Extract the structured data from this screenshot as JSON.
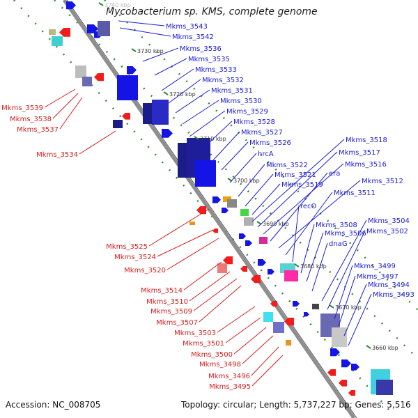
{
  "title": "Mycobacterium sp. KMS, complete genome",
  "accession": "Accession: NC_008705",
  "topology": "Topology: circular; Length: 5,737,227 bp; Genes: 5,516",
  "colors": {
    "plus_label": "#1a1ad6",
    "minus_label": "#d41c1c",
    "backbone": "#8e8e8e"
  },
  "ticks": [
    "3740 kbp",
    "3730 kbp",
    "3720 kbp",
    "3710 kbp",
    "3700 kbp",
    "3690 kbp",
    "3680 kbp",
    "3670 kbp",
    "3660 kbp"
  ],
  "plus_labels": [
    "Mkms_3543",
    "Mkms_3542",
    "Mkms_3536",
    "Mkms_3535",
    "Mkms_3533",
    "Mkms_3532",
    "Mkms_3531",
    "Mkms_3530",
    "Mkms_3529",
    "Mkms_3528",
    "Mkms_3527",
    "Mkms_3526",
    "hrcA",
    "Mkms_3522",
    "Mkms_3521",
    "Mkms_3519",
    "Mkms_3518",
    "Mkms_3517",
    "Mkms_3516",
    "era",
    "Mkms_3512",
    "Mkms_3511",
    "recO",
    "Mkms_3508",
    "Mkms_3506",
    "dnaG",
    "Mkms_3504",
    "Mkms_3502",
    "Mkms_3499",
    "Mkms_3497",
    "Mkms_3494",
    "Mkms_3493"
  ],
  "minus_labels": [
    "Mkms_3539",
    "Mkms_3538",
    "Mkms_3537",
    "Mkms_3534",
    "Mkms_3525",
    "Mkms_3524",
    "Mkms_3520",
    "Mkms_3514",
    "Mkms_3510",
    "Mkms_3509",
    "Mkms_3507",
    "Mkms_3503",
    "Mkms_3501",
    "Mkms_3500",
    "Mkms_3498",
    "Mkms_3496",
    "Mkms_3495"
  ]
}
